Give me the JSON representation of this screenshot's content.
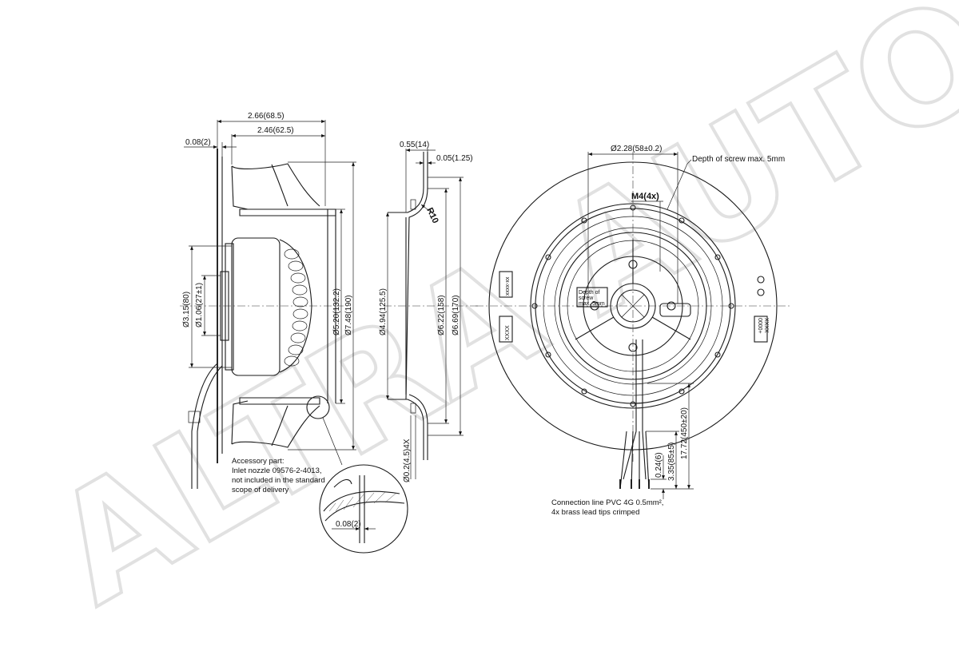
{
  "watermark": "ALTRA AUTO",
  "side_view": {
    "dim_overall": "2.66(68.5)",
    "dim_body": "2.46(62.5)",
    "dim_offset": "0.08(2)",
    "dim_hub_outer": "Ø3.15(80)",
    "dim_hub_inner": "Ø1.06(27±1)",
    "dim_wheel_inner": "Ø5.20(132.2)",
    "dim_wheel_outer": "Ø7.48(190)",
    "accessory_note": [
      "Accessory part:",
      "Inlet nozzle 09576-2-4013,",
      "not included in the standard",
      "scope of delivery"
    ],
    "detail_dim": "0.08(2)"
  },
  "nozzle_view": {
    "dim_top": "0.55(14)",
    "dim_lip": "0.05(1.25)",
    "radius": "R10",
    "dim_inner": "Ø4.94(125.5)",
    "dim_mid": "Ø6.22(158)",
    "dim_outer": "Ø6.69(170)",
    "dim_holes": "Ø0.2(4.5)4X"
  },
  "front_view": {
    "dim_bolt_circle": "Ø2.28(58±0.2)",
    "screw_note": "Depth of screw max. 5mm",
    "thread_label": "M4(4x)",
    "center_label_lines": [
      "Depth of",
      "screw",
      "max. 5mm"
    ],
    "label_left_a": "xxxx-xx",
    "label_left_b": "XXXX",
    "label_right_a": "0000+",
    "label_right_b": "XXXX",
    "dim_cable_length": "17.72(450±20)",
    "dim_strip_short": "0.24(6)",
    "dim_strip_long": "3.35(85±5)",
    "connection_note": [
      "Connection line PVC 4G 0.5mm²,",
      "4x brass lead tips crimped"
    ]
  }
}
